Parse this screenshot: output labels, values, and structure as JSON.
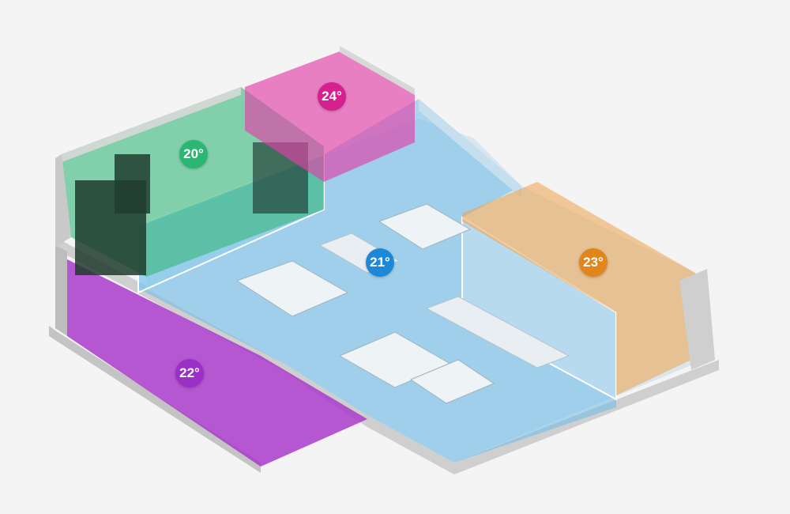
{
  "zones": [
    {
      "id": "server-room",
      "temperature": "20°",
      "color": "#2bb673"
    },
    {
      "id": "storage-room",
      "temperature": "24°",
      "color": "#d6208e"
    },
    {
      "id": "open-office",
      "temperature": "21°",
      "color": "#1e88d8"
    },
    {
      "id": "meeting-room",
      "temperature": "23°",
      "color": "#e0861a"
    },
    {
      "id": "workstation-room",
      "temperature": "22°",
      "color": "#9b2fc6"
    }
  ]
}
